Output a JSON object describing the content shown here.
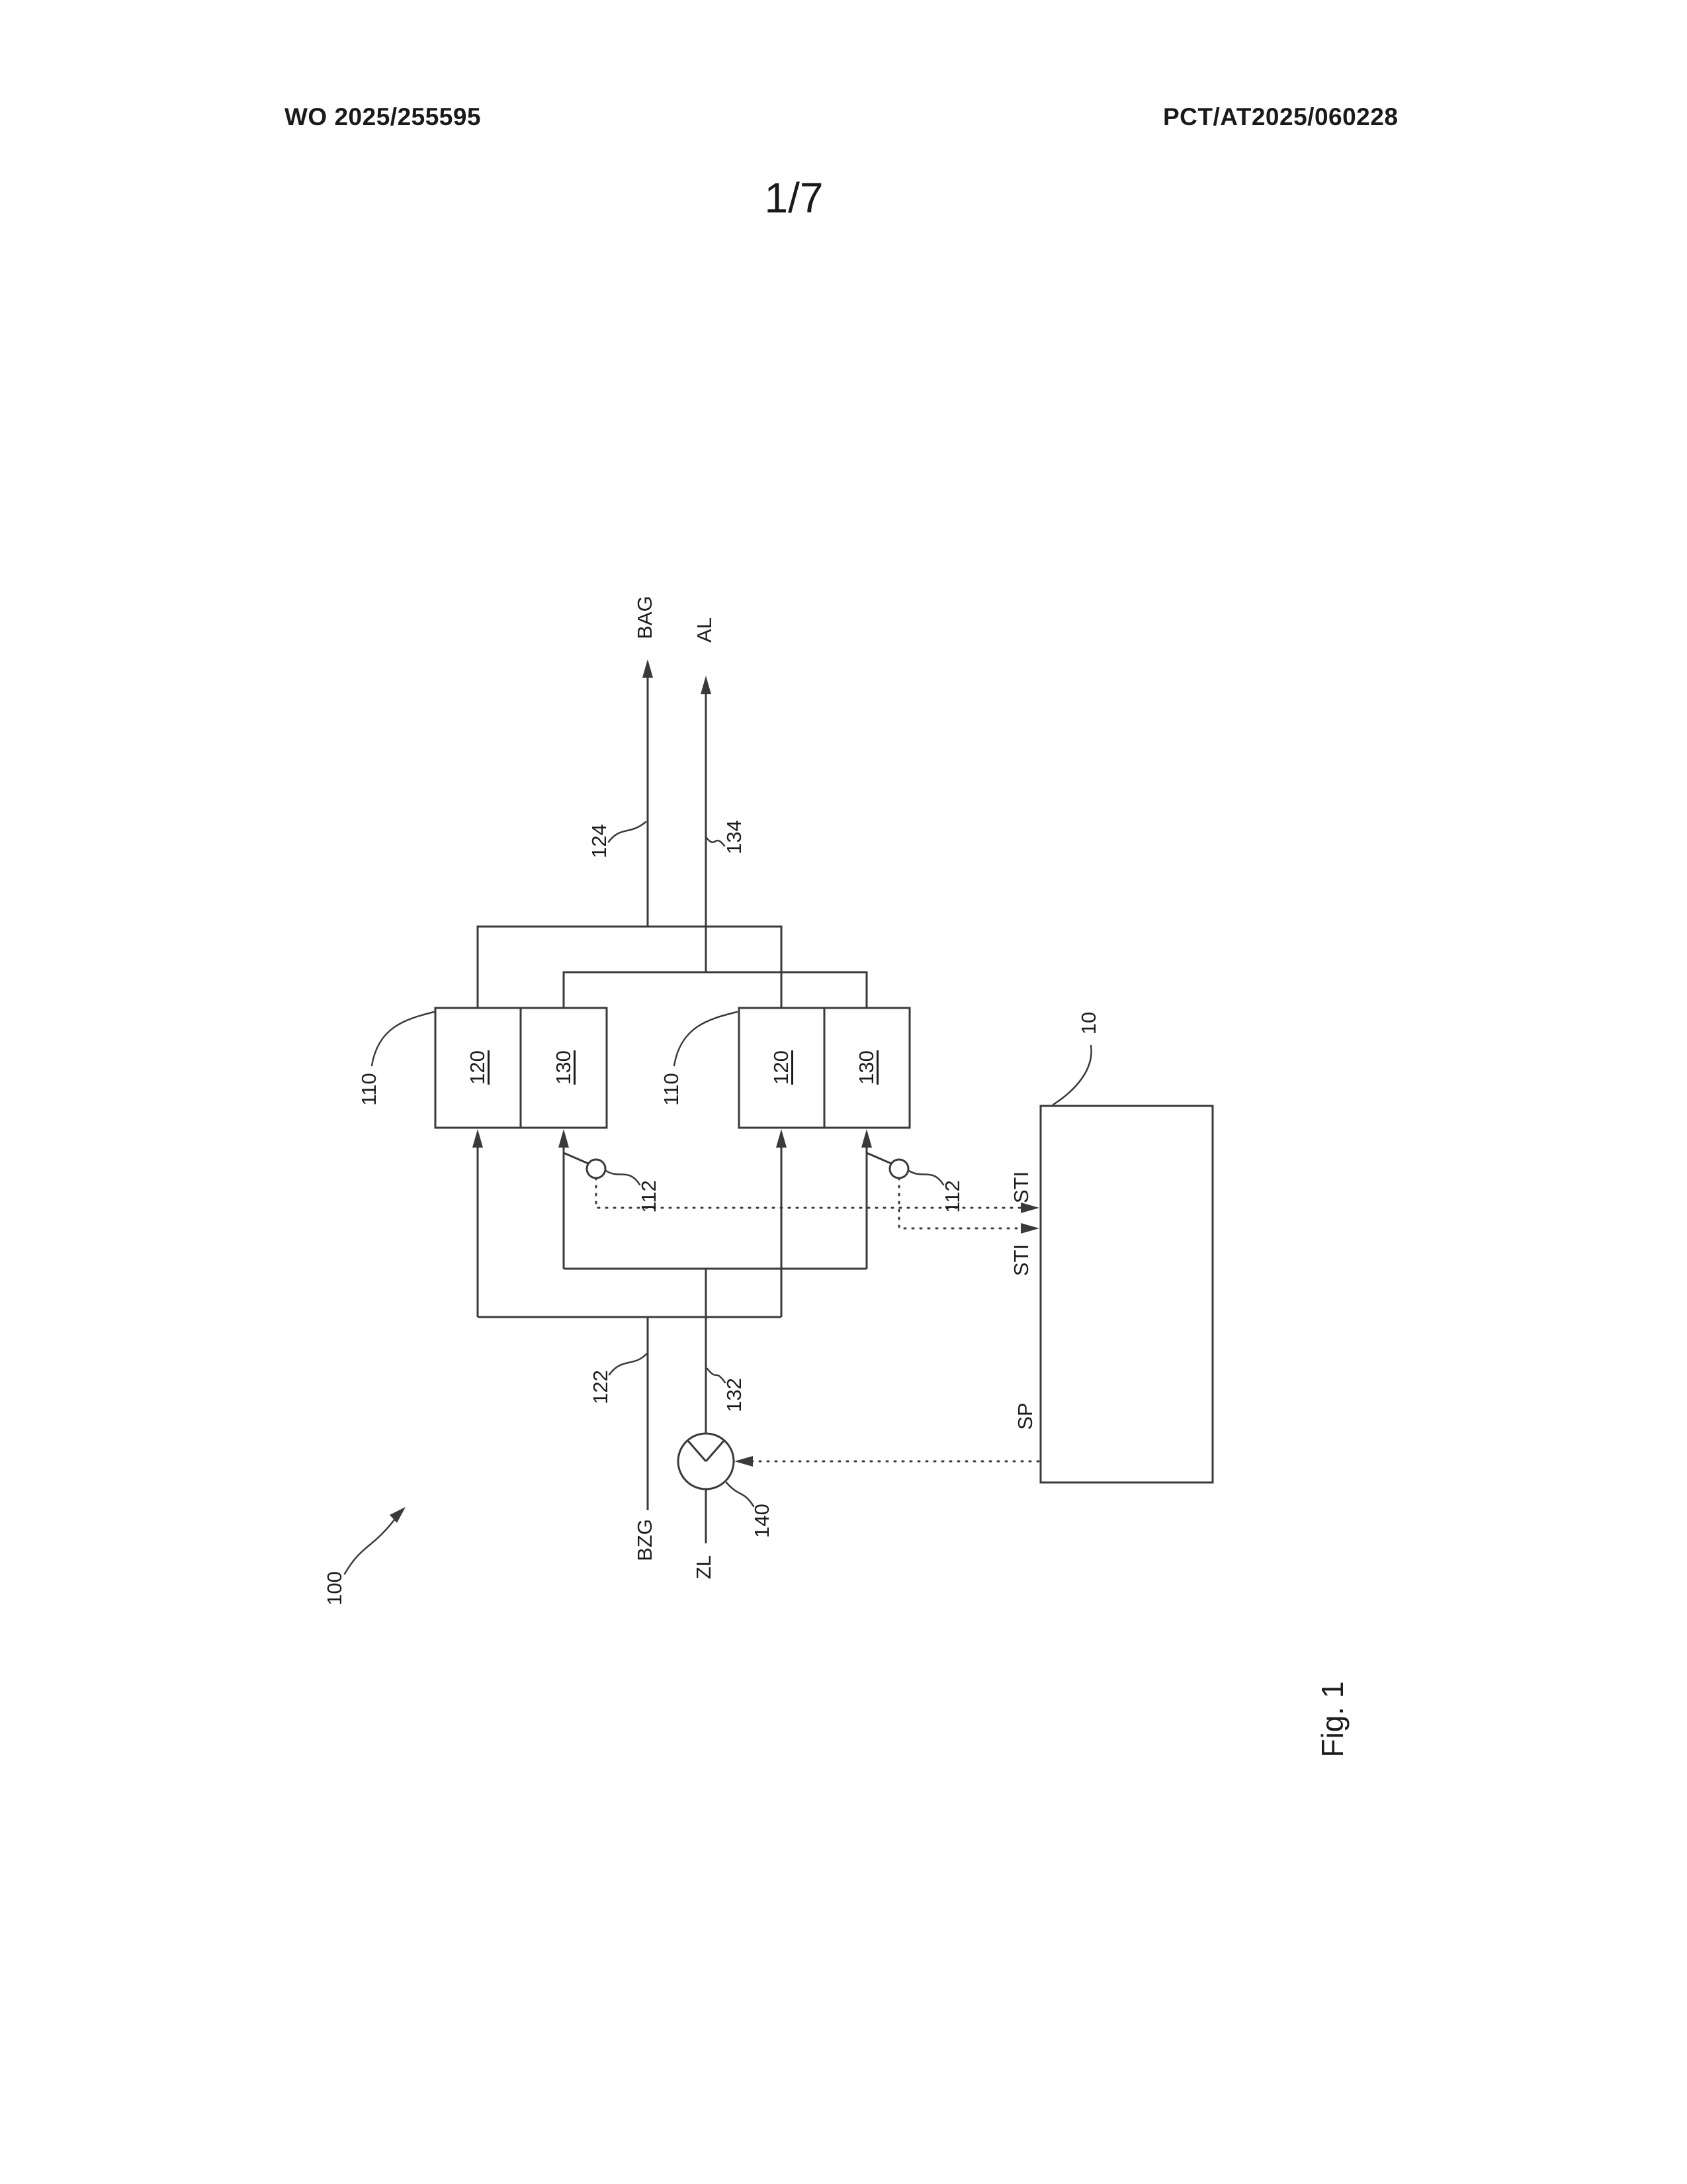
{
  "page": {
    "header_left": "WO 2025/255595",
    "header_right": "PCT/AT2025/060228",
    "sheet_number": "1/7",
    "figure_caption": "Fig. 1"
  },
  "figure": {
    "streams": {
      "bag": "BAG",
      "al": "AL",
      "bzg": "BZG",
      "zl": "ZL"
    },
    "signals": {
      "sti_1": "STI",
      "sti_2": "STI",
      "sp": "SP"
    },
    "refs": {
      "r100": "100",
      "r10": "10",
      "r110": "110",
      "r112": "112",
      "r120": "120",
      "r122": "122",
      "r124": "124",
      "r130": "130",
      "r132": "132",
      "r134": "134",
      "r140": "140"
    }
  }
}
